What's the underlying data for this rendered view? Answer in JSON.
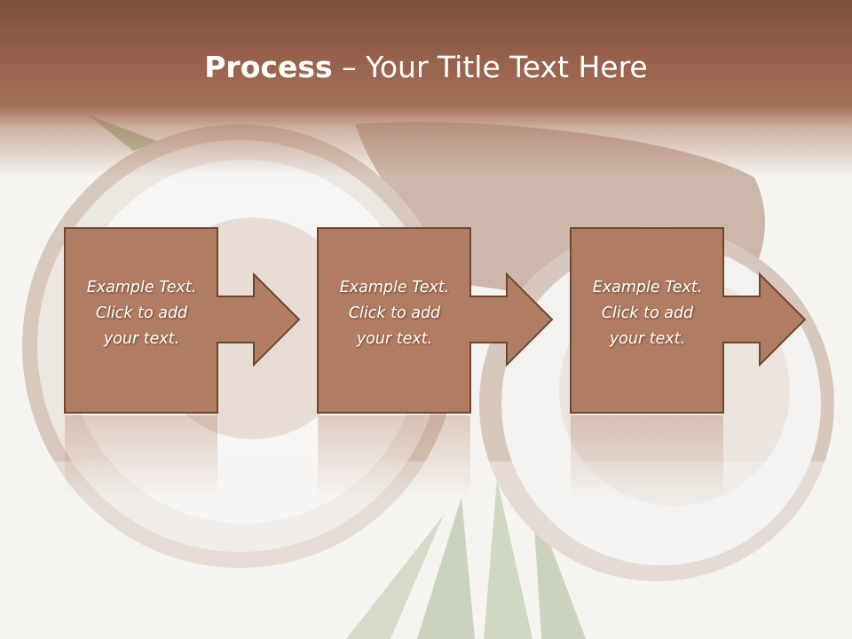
{
  "slide": {
    "title_bold": "Process",
    "title_rest": " – Your Title Text Here",
    "steps": [
      {
        "line1": "Example Text.",
        "line2": "Click  to add",
        "line3": "your text."
      },
      {
        "line1": "Example Text.",
        "line2": "Click  to add",
        "line3": "your text."
      },
      {
        "line1": "Example Text.",
        "line2": "Click  to add",
        "line3": "your text."
      }
    ]
  },
  "colors": {
    "title_band": "#94604a",
    "box_fill": "#b07c62",
    "box_border": "#6e4732",
    "text": "#ffffff"
  },
  "icons": [
    "right-arrow-icon"
  ]
}
